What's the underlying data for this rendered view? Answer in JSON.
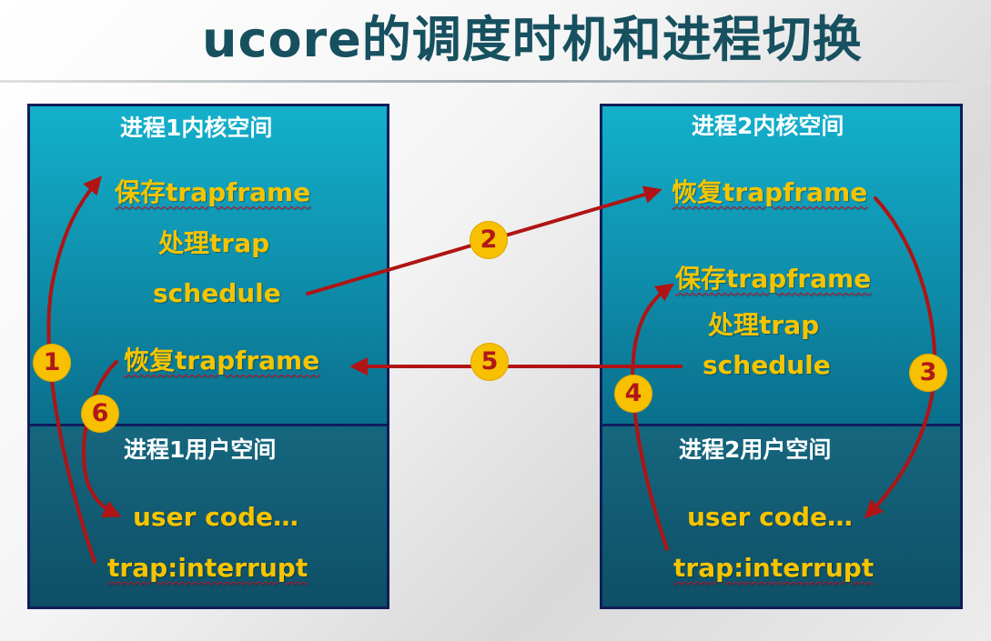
{
  "title": "ucore的调度时机和进程切换",
  "colors": {
    "title": "#17505f",
    "kernel_panel": "#0e8aa7",
    "user_panel": "#0d4f66",
    "panel_border": "#0e1e5a",
    "item_text": "#f5c400",
    "arrow": "#b01414",
    "badge_fill": "#f7c000",
    "badge_text": "#b01818"
  },
  "process1": {
    "kernel_label": "进程1内核空间",
    "user_label": "进程1用户空间",
    "kernel_items": [
      "保存trapframe",
      "处理trap",
      "schedule",
      "恢复trapframe"
    ],
    "user_items": [
      "user code…",
      "trap:interrupt"
    ]
  },
  "process2": {
    "kernel_label": "进程2内核空间",
    "user_label": "进程2用户空间",
    "kernel_items": [
      "恢复trapframe",
      "保存trapframe",
      "处理trap",
      "schedule"
    ],
    "user_items": [
      "user code…",
      "trap:interrupt"
    ]
  },
  "steps": [
    "1",
    "2",
    "3",
    "4",
    "5",
    "6"
  ]
}
